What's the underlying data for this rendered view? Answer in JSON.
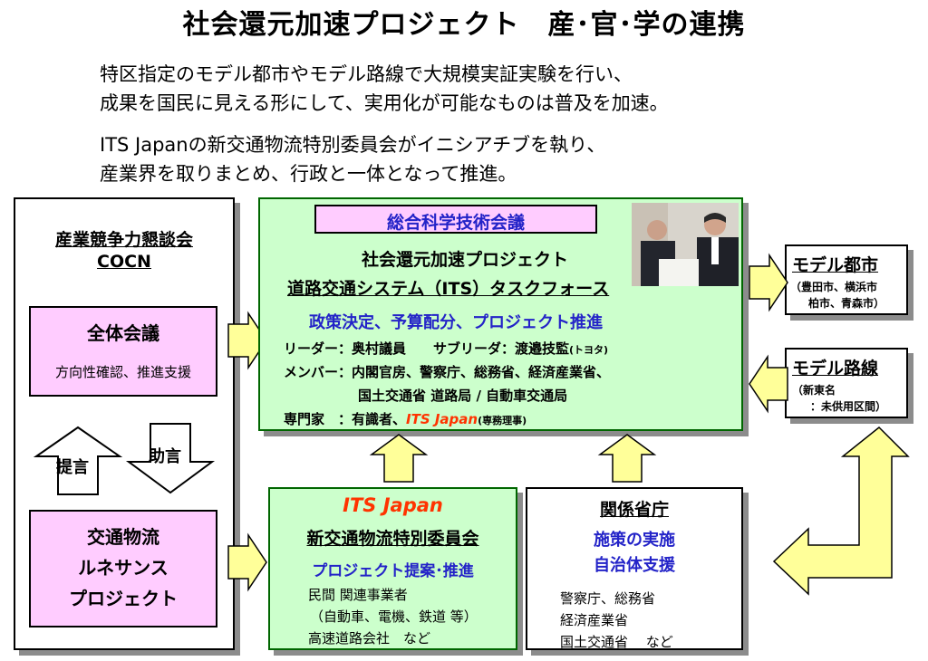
{
  "title": "社会還元加速プロジェクト　産･官･学の連携",
  "intro": {
    "line1": "特区指定のモデル都市やモデル路線で大規模実証実験を行い、",
    "line2": "成果を国民に見える形にして、実用化が可能なものは普及を加速。",
    "line3": "ITS Japanの新交通物流特別委員会がイニシアチブを執り、",
    "line4": "産業界を取りまとめ、行政と一体となって推進。"
  },
  "cocn": {
    "title1": "産業競争力懇談会",
    "title2": "COCN",
    "zentai_title": "全体会議",
    "zentai_desc": "方向性確認、推進支援",
    "teigen": "提言",
    "jogen": "助言",
    "renaissance1": "交通物流",
    "renaissance2": "ルネサンス",
    "renaissance3": "プロジェクト"
  },
  "council": {
    "header": "総合科学技術会議",
    "line1": "社会還元加速プロジェクト",
    "line2": "道路交通システム（ITS）タスクフォース",
    "line3": "政策決定、予算配分、プロジェクト推進",
    "leader": "リーダー：奥村議員　　サブリーダ：渡邉技監",
    "leader_small": "(トヨタ)",
    "member1": "メンバー：内閣官房、警察庁、総務省、経済産業省、",
    "member2": "国土交通省 道路局 / 自動車交通局",
    "expert_pre": "専門家　：有識者、",
    "expert_its": "ITS Japan",
    "expert_small": "(専務理事)"
  },
  "model_city": {
    "title": "モデル都市",
    "desc1": "（豊田市、横浜市",
    "desc2": "柏市、青森市）"
  },
  "model_route": {
    "title": "モデル路線",
    "desc1": "（新東名",
    "desc2": "：未供用区間）"
  },
  "its_japan": {
    "name": "ITS Japan",
    "committee": "新交通物流特別委員会",
    "promote": "プロジェクト提案･推進",
    "line1": "民間 関連事業者",
    "line2": "（自動車、電機、鉄道 等）",
    "line3": "高速道路会社　など"
  },
  "ministries": {
    "title": "関係省庁",
    "line1": "施策の実施",
    "line2": "自治体支援",
    "line3": "警察庁、総務省",
    "line4": "経済産業省",
    "line5": "国土交通省　 など"
  },
  "colors": {
    "green_fill": "#ccffcc",
    "green_border": "#006600",
    "pink_fill": "#ffccff",
    "arrow_fill": "#ffff99",
    "blue_text": "#2323c8",
    "red_text": "#ff3300"
  }
}
